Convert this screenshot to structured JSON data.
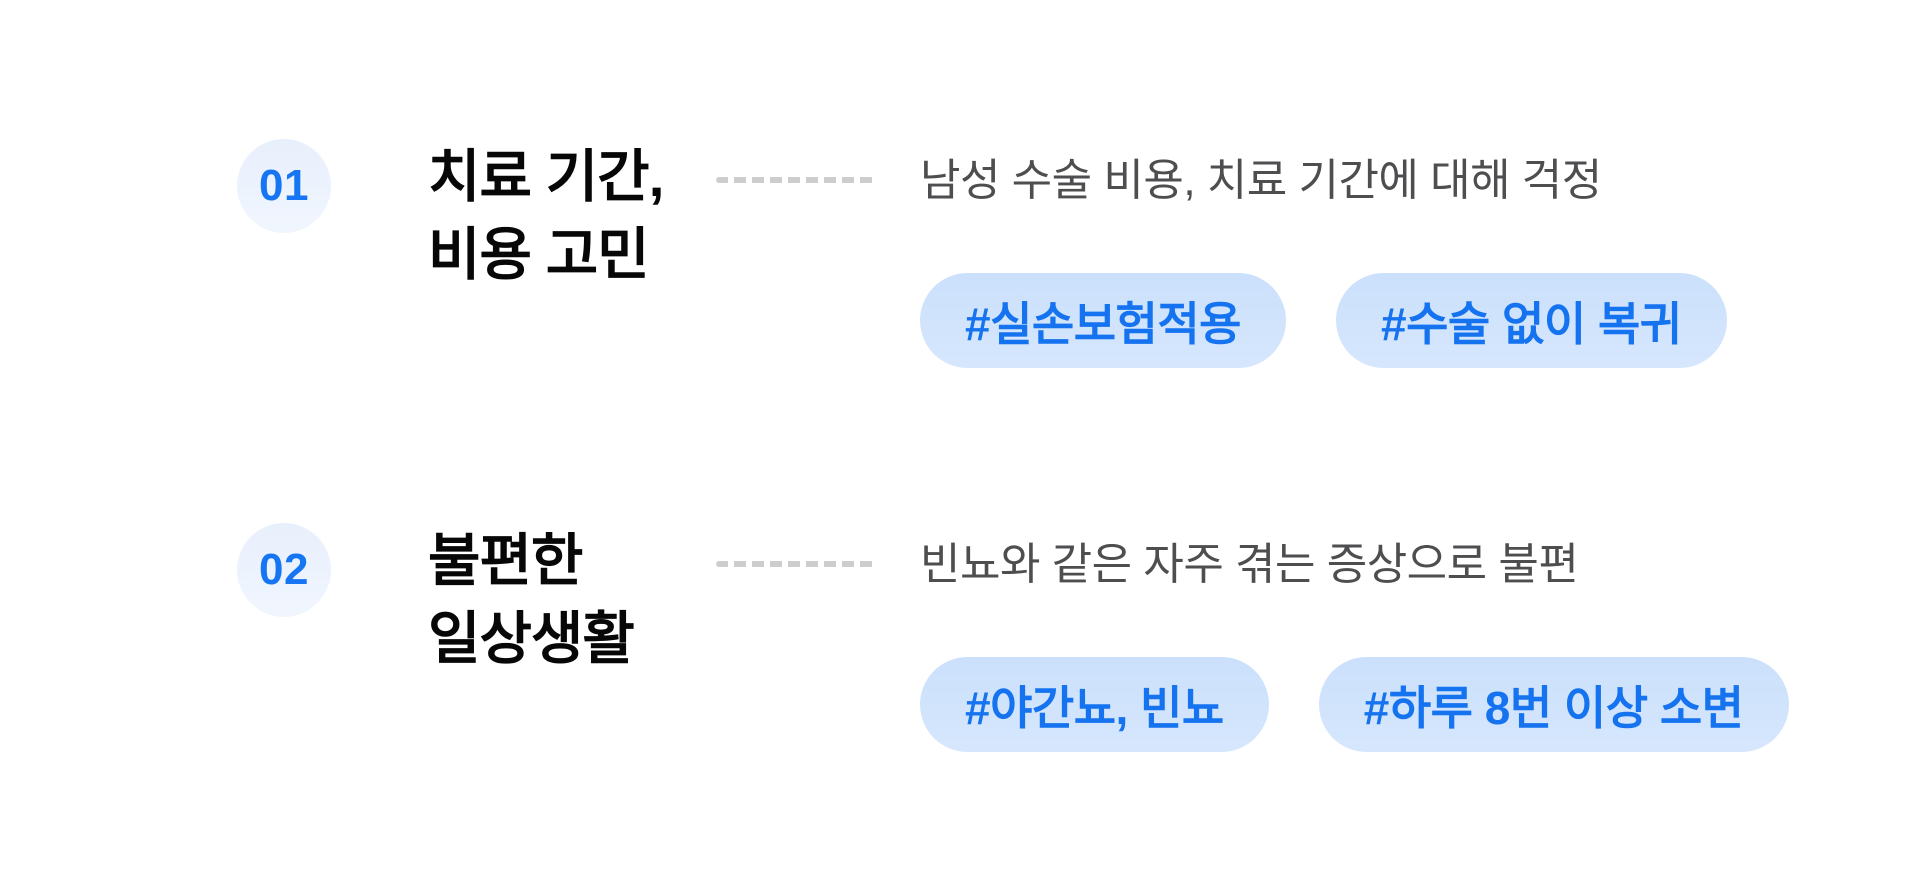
{
  "page": {
    "background_color": "#ffffff"
  },
  "colors": {
    "accent_blue": "#1673f0",
    "pill_background": "#cfe3fd",
    "badge_background": "#ecf2fd",
    "title_text": "#070708",
    "description_text": "#4e4e50",
    "dash_gray": "#cdcdcd"
  },
  "items": [
    {
      "number": "01",
      "title_line1": "치료 기간,",
      "title_line2": "비용 고민",
      "description": "남성 수술 비용, 치료 기간에 대해 걱정",
      "tags": [
        "#실손보험적용",
        "#수술 없이 복귀"
      ]
    },
    {
      "number": "02",
      "title_line1": "불편한",
      "title_line2": "일상생활",
      "description": "빈뇨와 같은 자주 겪는 증상으로 불편",
      "tags": [
        "#야간뇨, 빈뇨",
        "#하루 8번 이상 소변"
      ]
    }
  ]
}
